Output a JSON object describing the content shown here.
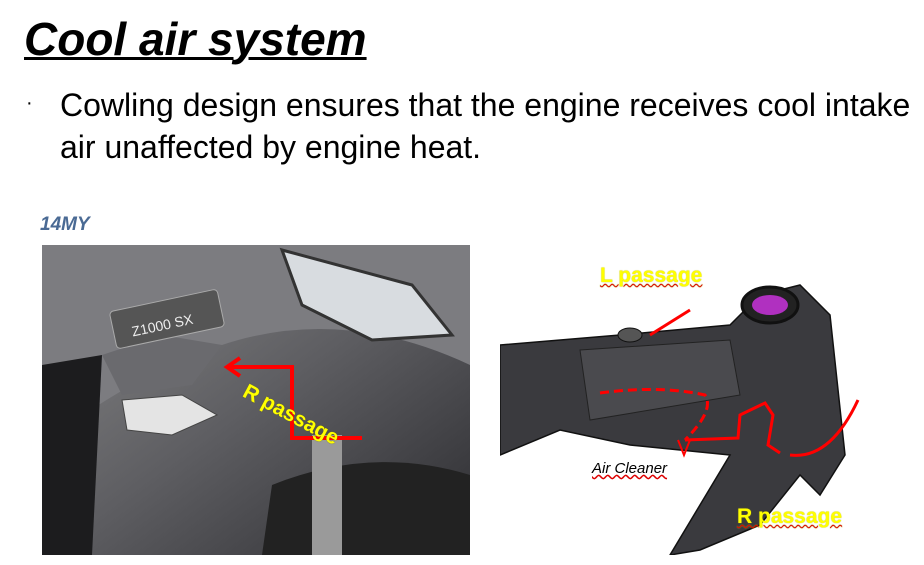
{
  "slide": {
    "title": "Cool air system",
    "bullet_symbol": "·",
    "bullet_text": "Cowling design ensures that the engine receives cool intake air unaffected by engine heat.",
    "photo_tag": "14MY",
    "photo_label": "R passage",
    "photo_badge": "Z1000 SX",
    "diagram_labels": {
      "left": "L passage",
      "right": "R passage",
      "air_cleaner": "Air Cleaner"
    }
  },
  "colors": {
    "arrow": "#ff0000",
    "label": "#ffff00",
    "tag": "#4a6a94"
  }
}
